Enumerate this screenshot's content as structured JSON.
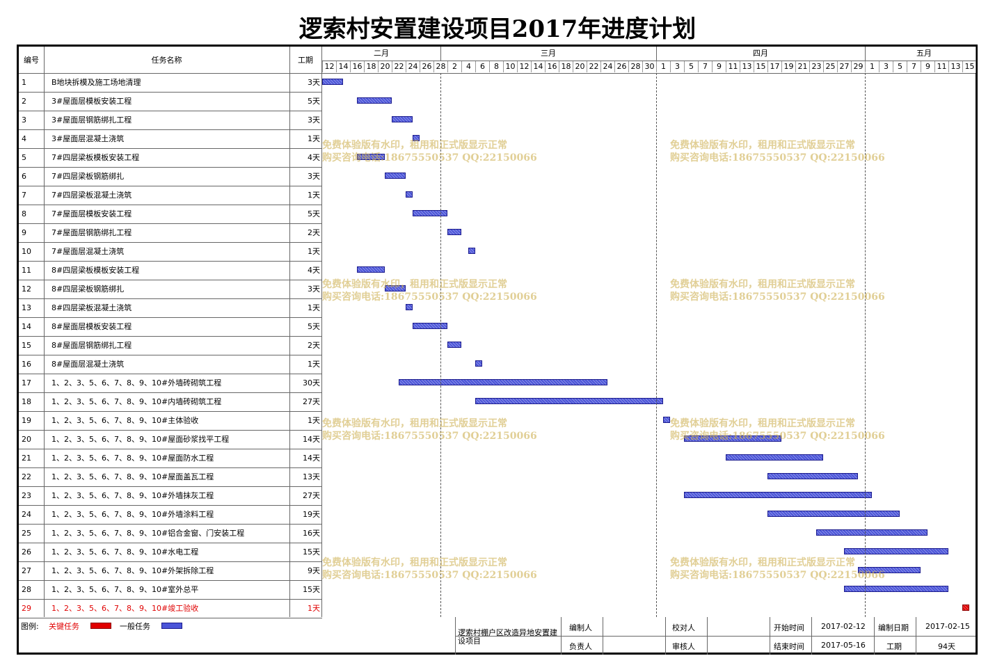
{
  "title": "逻索村安置建设项目2017年进度计划",
  "headers": {
    "id": "编号",
    "name": "任务名称",
    "duration": "工期"
  },
  "months": [
    "二月",
    "三月",
    "四月",
    "五月"
  ],
  "days": [
    "12",
    "14",
    "16",
    "18",
    "20",
    "22",
    "24",
    "26",
    "28",
    "2",
    "4",
    "6",
    "8",
    "10",
    "12",
    "14",
    "16",
    "18",
    "20",
    "22",
    "24",
    "26",
    "28",
    "30",
    "1",
    "3",
    "5",
    "7",
    "9",
    "11",
    "13",
    "15",
    "17",
    "19",
    "21",
    "23",
    "25",
    "27",
    "29",
    "1",
    "3",
    "5",
    "7",
    "9",
    "11",
    "13",
    "15"
  ],
  "tasks": [
    {
      "id": "1",
      "name": "B地块拆模及施工场地清理",
      "duration": "3天",
      "start": "2017-02-12",
      "days": 3,
      "critical": false
    },
    {
      "id": "2",
      "name": "3#屋面层模板安装工程",
      "duration": "5天",
      "start": "2017-02-17",
      "days": 5,
      "critical": false
    },
    {
      "id": "3",
      "name": "3#屋面层钢筋绑扎工程",
      "duration": "3天",
      "start": "2017-02-22",
      "days": 3,
      "critical": false
    },
    {
      "id": "4",
      "name": "3#屋面层混凝土浇筑",
      "duration": "1天",
      "start": "2017-02-25",
      "days": 1,
      "critical": false
    },
    {
      "id": "5",
      "name": "7#四层梁板模板安装工程",
      "duration": "4天",
      "start": "2017-02-17",
      "days": 4,
      "critical": false
    },
    {
      "id": "6",
      "name": "7#四层梁板钢筋绑扎",
      "duration": "3天",
      "start": "2017-02-21",
      "days": 3,
      "critical": false
    },
    {
      "id": "7",
      "name": "7#四层梁板混凝土浇筑",
      "duration": "1天",
      "start": "2017-02-24",
      "days": 1,
      "critical": false
    },
    {
      "id": "8",
      "name": "7#屋面层模板安装工程",
      "duration": "5天",
      "start": "2017-02-25",
      "days": 5,
      "critical": false
    },
    {
      "id": "9",
      "name": "7#屋面层钢筋绑扎工程",
      "duration": "2天",
      "start": "2017-03-02",
      "days": 2,
      "critical": false
    },
    {
      "id": "10",
      "name": "7#屋面层混凝土浇筑",
      "duration": "1天",
      "start": "2017-03-05",
      "days": 1,
      "critical": false
    },
    {
      "id": "11",
      "name": "8#四层梁板模板安装工程",
      "duration": "4天",
      "start": "2017-02-17",
      "days": 4,
      "critical": false
    },
    {
      "id": "12",
      "name": "8#四层梁板钢筋绑扎",
      "duration": "3天",
      "start": "2017-02-21",
      "days": 3,
      "critical": false
    },
    {
      "id": "13",
      "name": "8#四层梁板混凝土浇筑",
      "duration": "1天",
      "start": "2017-02-24",
      "days": 1,
      "critical": false
    },
    {
      "id": "14",
      "name": "8#屋面层模板安装工程",
      "duration": "5天",
      "start": "2017-02-25",
      "days": 5,
      "critical": false
    },
    {
      "id": "15",
      "name": "8#屋面层钢筋绑扎工程",
      "duration": "2天",
      "start": "2017-03-02",
      "days": 2,
      "critical": false
    },
    {
      "id": "16",
      "name": "8#屋面层混凝土浇筑",
      "duration": "1天",
      "start": "2017-03-06",
      "days": 1,
      "critical": false
    },
    {
      "id": "17",
      "name": "1、2、3、5、6、7、8、9、10#外墙砖砌筑工程",
      "duration": "30天",
      "start": "2017-02-23",
      "days": 30,
      "critical": false
    },
    {
      "id": "18",
      "name": "1、2、3、5、6、7、8、9、10#内墙砖砌筑工程",
      "duration": "27天",
      "start": "2017-03-06",
      "days": 27,
      "critical": false
    },
    {
      "id": "19",
      "name": "1、2、3、5、6、7、8、9、10#主体验收",
      "duration": "1天",
      "start": "2017-04-02",
      "days": 1,
      "critical": false
    },
    {
      "id": "20",
      "name": "1、2、3、5、6、7、8、9、10#屋面砂浆找平工程",
      "duration": "14天",
      "start": "2017-04-05",
      "days": 14,
      "critical": false
    },
    {
      "id": "21",
      "name": "1、2、3、5、6、7、8、9、10#屋面防水工程",
      "duration": "14天",
      "start": "2017-04-11",
      "days": 14,
      "critical": false
    },
    {
      "id": "22",
      "name": "1、2、3、5、6、7、8、9、10#屋面盖瓦工程",
      "duration": "13天",
      "start": "2017-04-17",
      "days": 13,
      "critical": false
    },
    {
      "id": "23",
      "name": "1、2、3、5、6、7、8、9、10#外墙抹灰工程",
      "duration": "27天",
      "start": "2017-04-05",
      "days": 27,
      "critical": false
    },
    {
      "id": "24",
      "name": "1、2、3、5、6、7、8、9、10#外墙涂料工程",
      "duration": "19天",
      "start": "2017-04-17",
      "days": 19,
      "critical": false
    },
    {
      "id": "25",
      "name": "1、2、3、5、6、7、8、9、10#铝合金窗、门安装工程",
      "duration": "16天",
      "start": "2017-04-24",
      "days": 16,
      "critical": false
    },
    {
      "id": "26",
      "name": "1、2、3、5、6、7、8、9、10#水电工程",
      "duration": "15天",
      "start": "2017-04-28",
      "days": 15,
      "critical": false
    },
    {
      "id": "27",
      "name": "1、2、3、5、6、7、8、9、10#外架拆除工程",
      "duration": "9天",
      "start": "2017-04-30",
      "days": 9,
      "critical": false
    },
    {
      "id": "28",
      "name": "1、2、3、5、6、7、8、9、10#室外总平",
      "duration": "15天",
      "start": "2017-04-28",
      "days": 15,
      "critical": false
    },
    {
      "id": "29",
      "name": "1、2、3、5、6、7、8、9、10#竣工验收",
      "duration": "1天",
      "start": "2017-05-15",
      "days": 1,
      "critical": true
    }
  ],
  "watermark": {
    "line1": "免费体验版有水印，租用和正式版显示正常",
    "line2": "购买咨询电话:18675550537 QQ:22150066"
  },
  "legend": {
    "label": "图例:",
    "critical": "关键任务",
    "normal": "一般任务",
    "critical_color": "#e00000",
    "normal_color": "#4b55d8"
  },
  "footer": {
    "project": "逻索村棚户区改造异地安置建设项目",
    "preparer_label": "编制人",
    "preparer": "",
    "checker_label": "校对人",
    "checker": "",
    "owner_label": "负责人",
    "owner": "",
    "reviewer_label": "审核人",
    "reviewer": "",
    "start_label": "开始时间",
    "start": "2017-02-12",
    "end_label": "结束时间",
    "end": "2017-05-16",
    "date_label": "编制日期",
    "date": "2017-02-15",
    "duration_label": "工期",
    "duration": "94天"
  }
}
